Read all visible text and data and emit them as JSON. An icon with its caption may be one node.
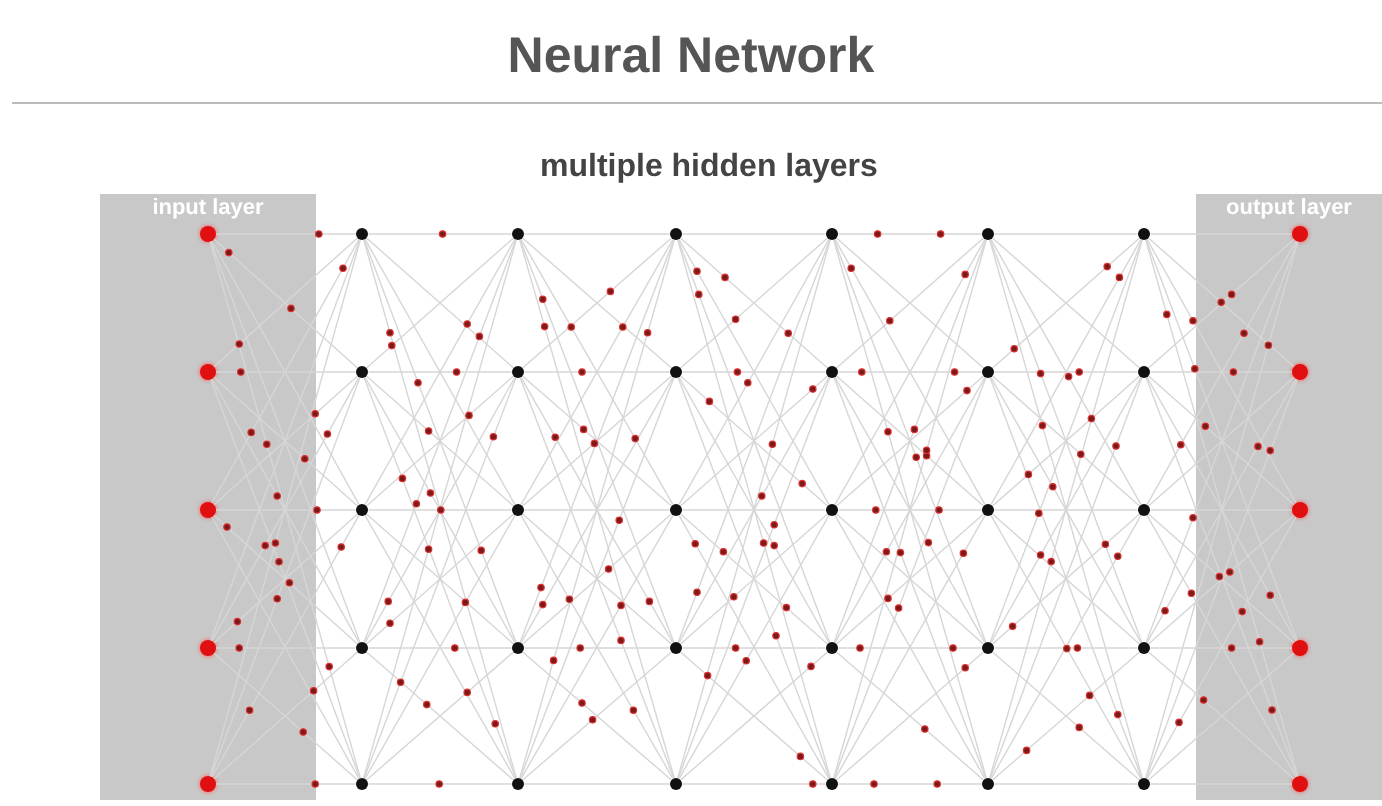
{
  "diagram": {
    "title": "Neural Network",
    "nodes": [
      {
        "text": [
          "input layer"
        ]
      },
      {
        "text": [],
        "shape": "circle",
        "in": 0
      },
      {
        "text": [],
        "shape": "circle",
        "in": 0
      },
      {
        "text": [],
        "shape": "circle",
        "in": 0
      },
      {
        "text": [],
        "shape": "circle",
        "in": 0
      },
      {
        "text": [],
        "shape": "circle",
        "in": 0
      },
      {
        "text": [],
        "shape": "circle"
      },
      {
        "text": [],
        "shape": "circle"
      },
      {
        "text": [],
        "shape": "circle"
      },
      {
        "text": [],
        "shape": "circle"
      },
      {
        "text": [],
        "shape": "circle"
      },
      {
        "text": [],
        "shape": "circle"
      },
      {
        "text": [],
        "shape": "circle"
      },
      {
        "text": [],
        "shape": "circle"
      },
      {
        "text": [],
        "shape": "circle"
      },
      {
        "text": [],
        "shape": "circle"
      },
      {
        "text": [],
        "shape": "circle"
      },
      {
        "text": [],
        "shape": "circle"
      },
      {
        "text": [],
        "shape": "circle"
      },
      {
        "text": [],
        "shape": "circle"
      },
      {
        "text": [],
        "shape": "circle"
      },
      {
        "text": [],
        "shape": "circle"
      },
      {
        "text": [],
        "shape": "circle"
      },
      {
        "text": [],
        "shape": "circle"
      },
      {
        "text": [],
        "shape": "circle"
      },
      {
        "text": [],
        "shape": "circle"
      },
      {
        "text": [],
        "shape": "circle"
      },
      {
        "text": [],
        "shape": "circle"
      },
      {
        "text": [],
        "shape": "circle"
      },
      {
        "text": [],
        "shape": "circle"
      },
      {
        "text": [],
        "shape": "circle"
      },
      {
        "text": [],
        "shape": "circle"
      },
      {
        "text": [],
        "shape": "circle"
      },
      {
        "text": [],
        "shape": "circle"
      },
      {
        "text": [],
        "shape": "circle"
      },
      {
        "text": [],
        "shape": "circle"
      },
      {
        "text": [
          "output layer"
        ]
      },
      {
        "text": [],
        "shape": "circle",
        "in": 36
      },
      {
        "text": [],
        "shape": "circle",
        "in": 36
      },
      {
        "text": [],
        "shape": "circle",
        "in": 36
      },
      {
        "text": [],
        "shape": "circle",
        "in": 36
      },
      {
        "text": [],
        "shape": "circle",
        "in": 36
      }
    ],
    "edges": [
      {
        "from": 1,
        "to": 6,
        "arrow": "none"
      },
      {
        "from": 1,
        "to": 7,
        "arrow": "none"
      },
      {
        "from": 1,
        "to": 8,
        "arrow": "none"
      },
      {
        "from": 1,
        "to": 9,
        "arrow": "none"
      },
      {
        "from": 1,
        "to": 10,
        "arrow": "none"
      },
      {
        "from": 2,
        "to": 6,
        "arrow": "none"
      },
      {
        "from": 2,
        "to": 7,
        "arrow": "none"
      },
      {
        "from": 2,
        "to": 8,
        "arrow": "none"
      },
      {
        "from": 2,
        "to": 9,
        "arrow": "none"
      },
      {
        "from": 2,
        "to": 10,
        "arrow": "none"
      },
      {
        "from": 3,
        "to": 6,
        "arrow": "none"
      },
      {
        "from": 3,
        "to": 7,
        "arrow": "none"
      },
      {
        "from": 3,
        "to": 8,
        "arrow": "none"
      },
      {
        "from": 3,
        "to": 9,
        "arrow": "none"
      },
      {
        "from": 3,
        "to": 10,
        "arrow": "none"
      },
      {
        "from": 4,
        "to": 6,
        "arrow": "none"
      },
      {
        "from": 4,
        "to": 7,
        "arrow": "none"
      },
      {
        "from": 4,
        "to": 8,
        "arrow": "none"
      },
      {
        "from": 4,
        "to": 9,
        "arrow": "none"
      },
      {
        "from": 4,
        "to": 10,
        "arrow": "none"
      },
      {
        "from": 5,
        "to": 6,
        "arrow": "none"
      },
      {
        "from": 5,
        "to": 7,
        "arrow": "none"
      },
      {
        "from": 5,
        "to": 8,
        "arrow": "none"
      },
      {
        "from": 5,
        "to": 9,
        "arrow": "none"
      },
      {
        "from": 5,
        "to": 10,
        "arrow": "none"
      },
      {
        "from": 6,
        "to": 11,
        "arrow": "none"
      },
      {
        "from": 6,
        "to": 12,
        "arrow": "none"
      },
      {
        "from": 6,
        "to": 13,
        "arrow": "none"
      },
      {
        "from": 6,
        "to": 14,
        "arrow": "none"
      },
      {
        "from": 6,
        "to": 15,
        "arrow": "none"
      },
      {
        "from": 7,
        "to": 11,
        "arrow": "none"
      },
      {
        "from": 7,
        "to": 12,
        "arrow": "none"
      },
      {
        "from": 7,
        "to": 13,
        "arrow": "none"
      },
      {
        "from": 7,
        "to": 14,
        "arrow": "none"
      },
      {
        "from": 7,
        "to": 15,
        "arrow": "none"
      },
      {
        "from": 8,
        "to": 11,
        "arrow": "none"
      },
      {
        "from": 8,
        "to": 12,
        "arrow": "none"
      },
      {
        "from": 8,
        "to": 13,
        "arrow": "none"
      },
      {
        "from": 8,
        "to": 14,
        "arrow": "none"
      },
      {
        "from": 8,
        "to": 15,
        "arrow": "none"
      },
      {
        "from": 9,
        "to": 11,
        "arrow": "none"
      },
      {
        "from": 9,
        "to": 12,
        "arrow": "none"
      },
      {
        "from": 9,
        "to": 13,
        "arrow": "none"
      },
      {
        "from": 9,
        "to": 14,
        "arrow": "none"
      },
      {
        "from": 9,
        "to": 15,
        "arrow": "none"
      },
      {
        "from": 10,
        "to": 11,
        "arrow": "none"
      },
      {
        "from": 10,
        "to": 12,
        "arrow": "none"
      },
      {
        "from": 10,
        "to": 13,
        "arrow": "none"
      },
      {
        "from": 10,
        "to": 14,
        "arrow": "none"
      },
      {
        "from": 10,
        "to": 15,
        "arrow": "none"
      },
      {
        "from": 11,
        "to": 16,
        "arrow": "none"
      },
      {
        "from": 11,
        "to": 17,
        "arrow": "none"
      },
      {
        "from": 11,
        "to": 18,
        "arrow": "none"
      },
      {
        "from": 11,
        "to": 19,
        "arrow": "none"
      },
      {
        "from": 11,
        "to": 20,
        "arrow": "none"
      },
      {
        "from": 12,
        "to": 16,
        "arrow": "none"
      },
      {
        "from": 12,
        "to": 17,
        "arrow": "none"
      },
      {
        "from": 12,
        "to": 18,
        "arrow": "none"
      },
      {
        "from": 12,
        "to": 19,
        "arrow": "none"
      },
      {
        "from": 12,
        "to": 20,
        "arrow": "none"
      },
      {
        "from": 13,
        "to": 16,
        "arrow": "none"
      },
      {
        "from": 13,
        "to": 17,
        "arrow": "none"
      },
      {
        "from": 13,
        "to": 18,
        "arrow": "none"
      },
      {
        "from": 13,
        "to": 19,
        "arrow": "none"
      },
      {
        "from": 13,
        "to": 20,
        "arrow": "none"
      },
      {
        "from": 14,
        "to": 16,
        "arrow": "none"
      },
      {
        "from": 14,
        "to": 17,
        "arrow": "none"
      },
      {
        "from": 14,
        "to": 18,
        "arrow": "none"
      },
      {
        "from": 14,
        "to": 19,
        "arrow": "none"
      },
      {
        "from": 14,
        "to": 20,
        "arrow": "none"
      },
      {
        "from": 15,
        "to": 16,
        "arrow": "none"
      },
      {
        "from": 15,
        "to": 17,
        "arrow": "none"
      },
      {
        "from": 15,
        "to": 18,
        "arrow": "none"
      },
      {
        "from": 15,
        "to": 19,
        "arrow": "none"
      },
      {
        "from": 15,
        "to": 20,
        "arrow": "none"
      },
      {
        "from": 16,
        "to": 21,
        "arrow": "none"
      },
      {
        "from": 16,
        "to": 22,
        "arrow": "none"
      },
      {
        "from": 16,
        "to": 23,
        "arrow": "none"
      },
      {
        "from": 16,
        "to": 24,
        "arrow": "none"
      },
      {
        "from": 16,
        "to": 25,
        "arrow": "none"
      },
      {
        "from": 17,
        "to": 21,
        "arrow": "none"
      },
      {
        "from": 17,
        "to": 22,
        "arrow": "none"
      },
      {
        "from": 17,
        "to": 23,
        "arrow": "none"
      },
      {
        "from": 17,
        "to": 24,
        "arrow": "none"
      },
      {
        "from": 17,
        "to": 25,
        "arrow": "none"
      },
      {
        "from": 18,
        "to": 21,
        "arrow": "none"
      },
      {
        "from": 18,
        "to": 22,
        "arrow": "none"
      },
      {
        "from": 18,
        "to": 23,
        "arrow": "none"
      },
      {
        "from": 18,
        "to": 24,
        "arrow": "none"
      },
      {
        "from": 18,
        "to": 25,
        "arrow": "none"
      },
      {
        "from": 19,
        "to": 21,
        "arrow": "none"
      },
      {
        "from": 19,
        "to": 22,
        "arrow": "none"
      },
      {
        "from": 19,
        "to": 23,
        "arrow": "none"
      },
      {
        "from": 19,
        "to": 24,
        "arrow": "none"
      },
      {
        "from": 19,
        "to": 25,
        "arrow": "none"
      },
      {
        "from": 20,
        "to": 21,
        "arrow": "none"
      },
      {
        "from": 20,
        "to": 22,
        "arrow": "none"
      },
      {
        "from": 20,
        "to": 23,
        "arrow": "none"
      },
      {
        "from": 20,
        "to": 24,
        "arrow": "none"
      },
      {
        "from": 20,
        "to": 25,
        "arrow": "none"
      },
      {
        "from": 21,
        "to": 26,
        "arrow": "none"
      },
      {
        "from": 21,
        "to": 27,
        "arrow": "none"
      },
      {
        "from": 21,
        "to": 28,
        "arrow": "none"
      },
      {
        "from": 21,
        "to": 29,
        "arrow": "none"
      },
      {
        "from": 21,
        "to": 30,
        "arrow": "none"
      },
      {
        "from": 22,
        "to": 26,
        "arrow": "none"
      },
      {
        "from": 22,
        "to": 27,
        "arrow": "none"
      },
      {
        "from": 22,
        "to": 28,
        "arrow": "none"
      },
      {
        "from": 22,
        "to": 29,
        "arrow": "none"
      },
      {
        "from": 22,
        "to": 30,
        "arrow": "none"
      },
      {
        "from": 23,
        "to": 26,
        "arrow": "none"
      },
      {
        "from": 23,
        "to": 27,
        "arrow": "none"
      },
      {
        "from": 23,
        "to": 28,
        "arrow": "none"
      },
      {
        "from": 23,
        "to": 29,
        "arrow": "none"
      },
      {
        "from": 23,
        "to": 30,
        "arrow": "none"
      },
      {
        "from": 24,
        "to": 26,
        "arrow": "none"
      },
      {
        "from": 24,
        "to": 27,
        "arrow": "none"
      },
      {
        "from": 24,
        "to": 28,
        "arrow": "none"
      },
      {
        "from": 24,
        "to": 29,
        "arrow": "none"
      },
      {
        "from": 24,
        "to": 30,
        "arrow": "none"
      },
      {
        "from": 25,
        "to": 26,
        "arrow": "none"
      },
      {
        "from": 25,
        "to": 27,
        "arrow": "none"
      },
      {
        "from": 25,
        "to": 28,
        "arrow": "none"
      },
      {
        "from": 25,
        "to": 29,
        "arrow": "none"
      },
      {
        "from": 25,
        "to": 30,
        "arrow": "none"
      },
      {
        "from": 26,
        "to": 31,
        "arrow": "none"
      },
      {
        "from": 26,
        "to": 32,
        "arrow": "none"
      },
      {
        "from": 26,
        "to": 33,
        "arrow": "none"
      },
      {
        "from": 26,
        "to": 34,
        "arrow": "none"
      },
      {
        "from": 26,
        "to": 35,
        "arrow": "none"
      },
      {
        "from": 27,
        "to": 31,
        "arrow": "none"
      },
      {
        "from": 27,
        "to": 32,
        "arrow": "none"
      },
      {
        "from": 27,
        "to": 33,
        "arrow": "none"
      },
      {
        "from": 27,
        "to": 34,
        "arrow": "none"
      },
      {
        "from": 27,
        "to": 35,
        "arrow": "none"
      },
      {
        "from": 28,
        "to": 31,
        "arrow": "none"
      },
      {
        "from": 28,
        "to": 32,
        "arrow": "none"
      },
      {
        "from": 28,
        "to": 33,
        "arrow": "none"
      },
      {
        "from": 28,
        "to": 34,
        "arrow": "none"
      },
      {
        "from": 28,
        "to": 35,
        "arrow": "none"
      },
      {
        "from": 29,
        "to": 31,
        "arrow": "none"
      },
      {
        "from": 29,
        "to": 32,
        "arrow": "none"
      },
      {
        "from": 29,
        "to": 33,
        "arrow": "none"
      },
      {
        "from": 29,
        "to": 34,
        "arrow": "none"
      },
      {
        "from": 29,
        "to": 35,
        "arrow": "none"
      },
      {
        "from": 30,
        "to": 31,
        "arrow": "none"
      },
      {
        "from": 30,
        "to": 32,
        "arrow": "none"
      },
      {
        "from": 30,
        "to": 33,
        "arrow": "none"
      },
      {
        "from": 30,
        "to": 34,
        "arrow": "none"
      },
      {
        "from": 30,
        "to": 35,
        "arrow": "none"
      },
      {
        "from": 31,
        "to": 37,
        "arrow": "none"
      },
      {
        "from": 31,
        "to": 38,
        "arrow": "none"
      },
      {
        "from": 31,
        "to": 39,
        "arrow": "none"
      },
      {
        "from": 31,
        "to": 40,
        "arrow": "none"
      },
      {
        "from": 31,
        "to": 41,
        "arrow": "none"
      },
      {
        "from": 32,
        "to": 37,
        "arrow": "none"
      },
      {
        "from": 32,
        "to": 38,
        "arrow": "none"
      },
      {
        "from": 32,
        "to": 39,
        "arrow": "none"
      },
      {
        "from": 32,
        "to": 40,
        "arrow": "none"
      },
      {
        "from": 32,
        "to": 41,
        "arrow": "none"
      },
      {
        "from": 33,
        "to": 37,
        "arrow": "none"
      },
      {
        "from": 33,
        "to": 38,
        "arrow": "none"
      },
      {
        "from": 33,
        "to": 39,
        "arrow": "none"
      },
      {
        "from": 33,
        "to": 40,
        "arrow": "none"
      },
      {
        "from": 33,
        "to": 41,
        "arrow": "none"
      },
      {
        "from": 34,
        "to": 37,
        "arrow": "none"
      },
      {
        "from": 34,
        "to": 38,
        "arrow": "none"
      },
      {
        "from": 34,
        "to": 39,
        "arrow": "none"
      },
      {
        "from": 34,
        "to": 40,
        "arrow": "none"
      },
      {
        "from": 34,
        "to": 41,
        "arrow": "none"
      },
      {
        "from": 35,
        "to": 37,
        "arrow": "none"
      },
      {
        "from": 35,
        "to": 38,
        "arrow": "none"
      },
      {
        "from": 35,
        "to": 39,
        "arrow": "none"
      },
      {
        "from": 35,
        "to": 40,
        "arrow": "none"
      },
      {
        "from": 35,
        "to": 41,
        "arrow": "none"
      }
    ],
    "labels": [
      "multiple hidden layers"
    ]
  }
}
